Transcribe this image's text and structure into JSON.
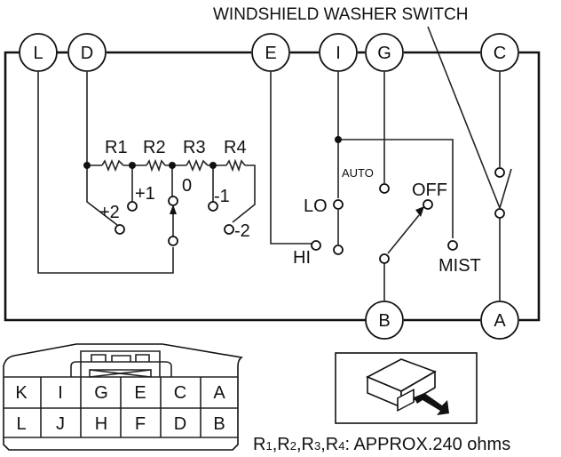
{
  "title": "WINDSHIELD WASHER SWITCH",
  "terminals_top": [
    "L",
    "D",
    "E",
    "I",
    "G",
    "C"
  ],
  "terminals_bottom": [
    "B",
    "A"
  ],
  "resistors": [
    "R1",
    "R2",
    "R3",
    "R4"
  ],
  "resistor_sub": [
    "1",
    "2",
    "3",
    "4"
  ],
  "intermittent_positions": [
    "+2",
    "+1",
    "0",
    "-1",
    "-2"
  ],
  "wiper_positions": {
    "auto": "AUTO",
    "lo": "LO",
    "hi": "HI",
    "off": "OFF",
    "mist": "MIST"
  },
  "connector": {
    "top_row": [
      "K",
      "I",
      "G",
      "E",
      "C",
      "A"
    ],
    "bottom_row": [
      "L",
      "J",
      "H",
      "F",
      "D",
      "B"
    ]
  },
  "note": {
    "prefix": "R",
    "resistor_list": [
      "1",
      "2",
      "3",
      "4"
    ],
    "value": "APPROX.240 ohms"
  },
  "colors": {
    "line": "#111111",
    "background": "#ffffff"
  }
}
